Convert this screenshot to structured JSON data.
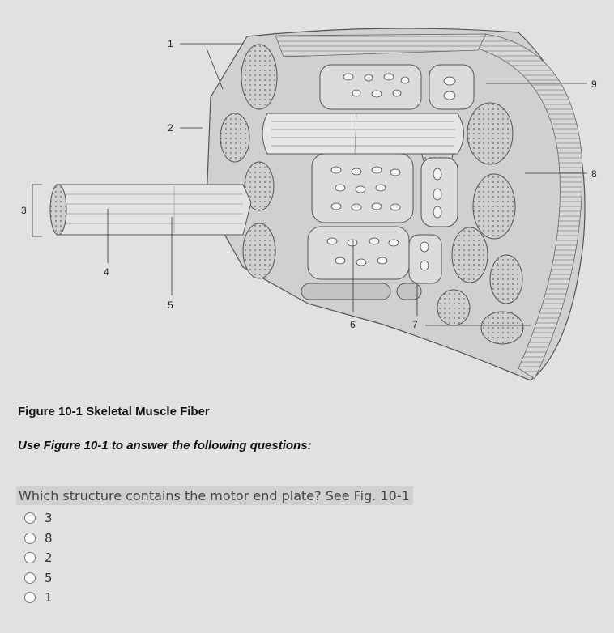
{
  "figure": {
    "callouts": [
      "1",
      "2",
      "3",
      "4",
      "5",
      "6",
      "7",
      "8",
      "9"
    ]
  },
  "caption": "Figure 10-1 Skeletal Muscle Fiber",
  "instruction": "Use Figure 10-1 to answer the following questions:",
  "question": {
    "text": "Which structure contains the motor end plate? See Fig. 10-1",
    "options": [
      {
        "label": "3"
      },
      {
        "label": "8"
      },
      {
        "label": "2"
      },
      {
        "label": "5"
      },
      {
        "label": "1"
      }
    ]
  }
}
